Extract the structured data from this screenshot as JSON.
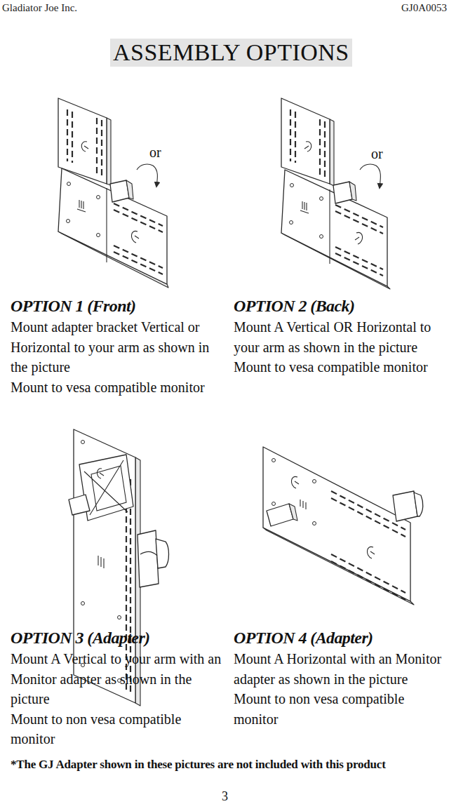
{
  "diagram": {
    "title": "ASSEMBLY OPTIONS",
    "labels": [
      "Gladiator Joe Inc.",
      "GJ0A0053",
      "or",
      "or",
      "OPTION 1 (Front)",
      "Mount adapter bracket Vertical or Horizontal to your arm as shown in the picture",
      "Mount to vesa compatible monitor",
      "OPTION 2 (Back)",
      "Mount A Vertical OR Horizontal to your arm as shown in the picture",
      "Mount to vesa compatible monitor",
      "OPTION 3 (Adapter)",
      "Mount A Vertical to your arm with an Monitor adapter as shown in the picture",
      "Mount to non vesa compatible monitor",
      "OPTION 4 (Adapter)",
      "Mount A Horizontal with an Monitor adapter as shown in the picture",
      "Mount to non vesa compatible monitor",
      "*The GJ Adapter shown in these pictures are not included with this product",
      "3"
    ]
  }
}
